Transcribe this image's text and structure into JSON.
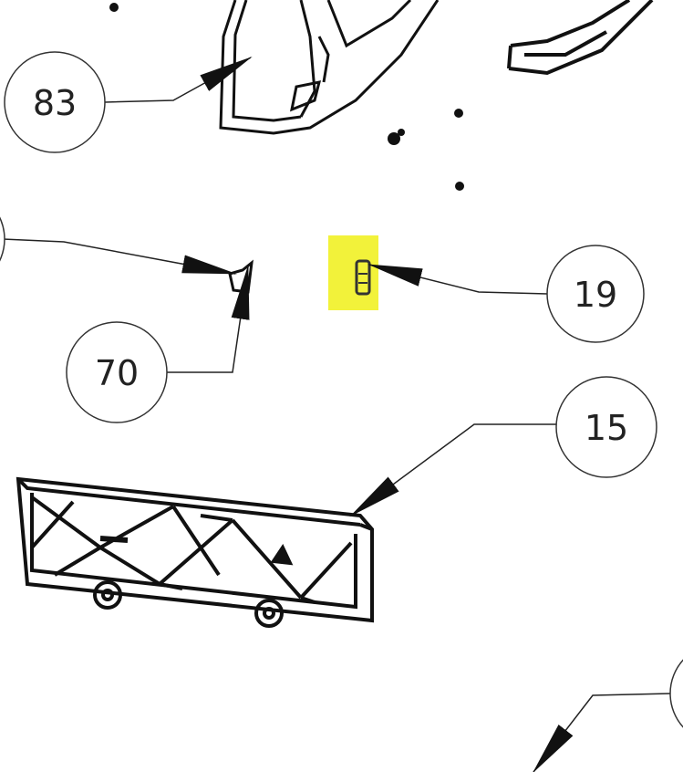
{
  "callouts": {
    "c83": "83",
    "c70": "70",
    "c19": "19",
    "c15": "15"
  },
  "colors": {
    "highlight": "#f2f23a",
    "line": "#222222"
  }
}
